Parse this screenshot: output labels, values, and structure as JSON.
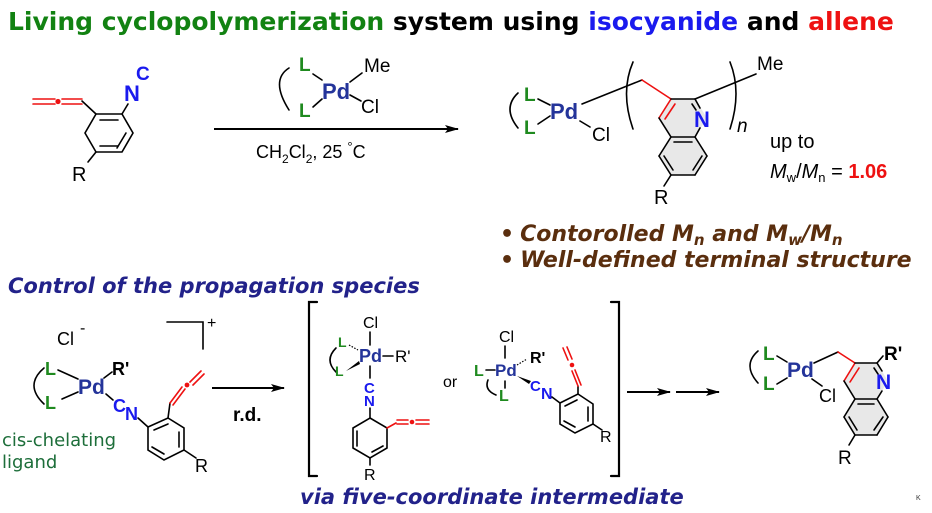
{
  "title": {
    "part1": "Living cyclopolymerization",
    "part2": " system using ",
    "part3": "isocyanide",
    "part4": " and ",
    "part5": "allene"
  },
  "colors": {
    "green": "#128212",
    "black": "#000000",
    "blue": "#1a1aee",
    "red": "#ee1111",
    "navy": "#22228a",
    "brown": "#5a2e0e",
    "ligand_green": "#1f8a1f",
    "dark_green": "#1d6e3a",
    "pd_blue": "#24349a"
  },
  "monomer": {
    "iso_n": "N",
    "iso_c": "C",
    "substituent": "R"
  },
  "catalyst": {
    "ligand_1": "L",
    "ligand_2": "L",
    "metal": "Pd",
    "methyl": "Me",
    "chloride": "Cl"
  },
  "conditions": {
    "solvent_main": "CH",
    "sub1": "2",
    "solvent_cl": "Cl",
    "sub2": "2",
    "temp": ", 25 ",
    "deg": "°",
    "unit": "C"
  },
  "polymer": {
    "ligand_1": "L",
    "ligand_2": "L",
    "metal": "Pd",
    "chloride": "Cl",
    "nitrogen": "N",
    "repeat": "n",
    "end_group": "Me",
    "substituent": "R"
  },
  "dispersity": {
    "up_to": "up to",
    "mw": "M",
    "mw_sub": "w",
    "slash": "/",
    "mn": "M",
    "mn_sub": "n",
    "equals": " = ",
    "value": "1.06"
  },
  "features": [
    {
      "bullet": "•",
      "text_a": "Contorolled ",
      "m1": "M",
      "s1": "n",
      "text_b": " and ",
      "m2": "M",
      "s2": "w",
      "slash": "/",
      "m3": "M",
      "s3": "n"
    },
    {
      "bullet": "•",
      "text": "Well-defined terminal structure"
    }
  ],
  "section2": {
    "heading": "Control of the propagation species",
    "footer": "via five-coordinate intermediate",
    "step_label": "r.d.",
    "or_label": "or",
    "cis_label_1": "cis-chelating",
    "cis_label_2": "ligand"
  },
  "cationic_complex": {
    "counterion": "Cl",
    "counter_charge": "-",
    "charge": "+",
    "ligand_1": "L",
    "ligand_2": "L",
    "metal": "Pd",
    "group": "R'",
    "iso_c": "C",
    "iso_n": "N",
    "substituent": "R"
  },
  "intermediate_a": {
    "chloride": "Cl",
    "ligand_1": "L",
    "ligand_2": "L",
    "metal": "Pd",
    "group": "R'",
    "iso_c": "C",
    "iso_n": "N",
    "substituent": "R"
  },
  "intermediate_b": {
    "chloride": "Cl",
    "ligand_1": "L",
    "ligand_2": "L",
    "metal": "Pd",
    "group": "R'",
    "iso_c": "C",
    "iso_n": "N",
    "substituent": "R"
  },
  "product": {
    "ligand_1": "L",
    "ligand_2": "L",
    "metal": "Pd",
    "chloride": "Cl",
    "group": "R'",
    "nitrogen": "N",
    "substituent": "R"
  },
  "corner_mark": "K"
}
